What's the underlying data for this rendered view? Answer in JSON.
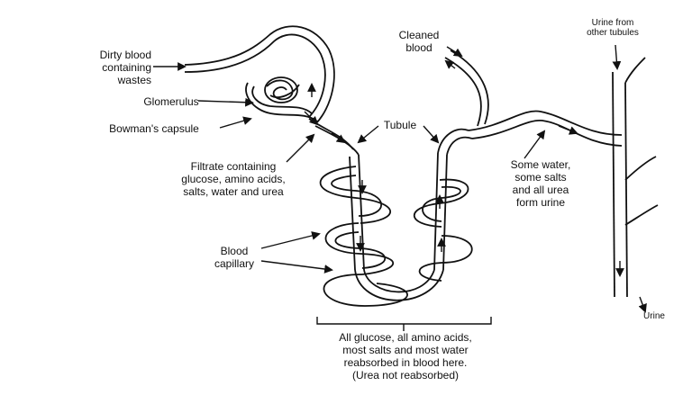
{
  "diagram": {
    "labels": {
      "dirty_blood": [
        "Dirty blood",
        "containing",
        "wastes"
      ],
      "glomerulus": "Glomerulus",
      "bowmans_capsule": "Bowman's capsule",
      "cleaned_blood": [
        "Cleaned",
        "blood"
      ],
      "tubule": "Tubule",
      "urine_from": [
        "Urine from",
        "other tubules"
      ],
      "filtrate": [
        "Filtrate containing",
        "glucose, amino acids,",
        "salts, water and urea"
      ],
      "some_water": [
        "Some water,",
        "some salts",
        "and all urea",
        "form urine"
      ],
      "blood_capillary": [
        "Blood",
        "capillary"
      ],
      "reabsorbed": [
        "All glucose, all amino acids,",
        "most salts and most water",
        "reabsorbed in blood here.",
        "(Urea not reabsorbed)"
      ],
      "urine": "Urine"
    }
  }
}
